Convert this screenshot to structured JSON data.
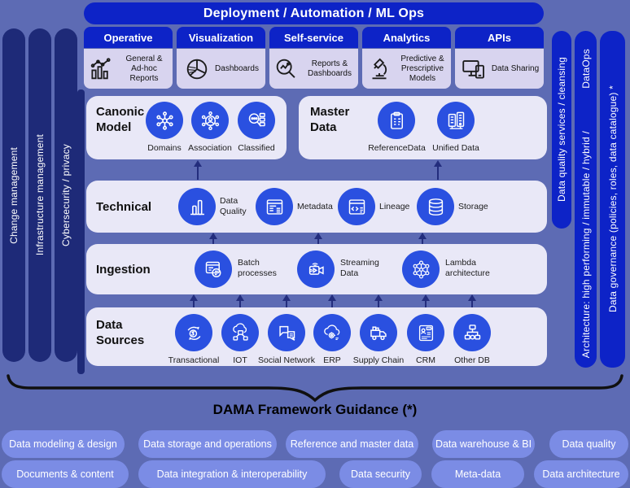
{
  "colors": {
    "background": "#5d6bb4",
    "navy_pill": "#1e2a78",
    "bright_blue": "#0d23c7",
    "circle_blue": "#2a50e0",
    "row_background": "#e9e8f7",
    "column_body": "#d8d4ef",
    "bottom_pill": "#7b8ce5",
    "arrow": "#232d7d"
  },
  "banner": {
    "label": "Deployment / Automation / ML Ops"
  },
  "columns": [
    {
      "header": "Operative",
      "caption": "General & Ad-hoc Reports",
      "icon": "bar-chart-icon"
    },
    {
      "header": "Visualization",
      "caption": "Dashboards",
      "icon": "pie-chart-icon"
    },
    {
      "header": "Self-service",
      "caption": "Reports & Dashboards",
      "icon": "magnifier-chart-icon"
    },
    {
      "header": "Analytics",
      "caption": "Predictive & Prescriptive Models",
      "icon": "microscope-icon"
    },
    {
      "header": "APIs",
      "caption": "Data Sharing",
      "icon": "monitor-phone-icon"
    }
  ],
  "left_pills": [
    "Change management",
    "Infrastructure management",
    "Cybersecurity / privacy"
  ],
  "right_pills": {
    "quality": "Data quality services / cleansing",
    "dataops": "DataOps",
    "architecture": "Architecture: high performing / immutable / hybrid /",
    "governance": "Data governance (policies, roles, data catalogue) *"
  },
  "layers": {
    "canonic": {
      "title": "Canonic Model",
      "items": [
        {
          "label": "Domains",
          "icon": "domains-icon"
        },
        {
          "label": "Association",
          "icon": "association-icon"
        },
        {
          "label": "Classified",
          "icon": "classified-icon"
        }
      ]
    },
    "master": {
      "title": "Master Data",
      "items": [
        {
          "label": "ReferenceData",
          "icon": "reference-data-icon"
        },
        {
          "label": "Unified Data",
          "icon": "unified-data-icon"
        }
      ]
    },
    "technical": {
      "title": "Technical",
      "items": [
        {
          "label": "Data Quality",
          "icon": "data-quality-icon"
        },
        {
          "label": "Metadata",
          "icon": "metadata-icon"
        },
        {
          "label": "Lineage",
          "icon": "lineage-icon"
        },
        {
          "label": "Storage",
          "icon": "storage-icon"
        }
      ]
    },
    "ingestion": {
      "title": "Ingestion",
      "items": [
        {
          "label": "Batch processes",
          "icon": "batch-processes-icon"
        },
        {
          "label": "Streaming Data",
          "icon": "streaming-data-icon"
        },
        {
          "label": "Lambda architecture",
          "icon": "lambda-architecture-icon"
        }
      ]
    },
    "sources": {
      "title": "Data Sources",
      "items": [
        {
          "label": "Transactional",
          "icon": "transactional-icon"
        },
        {
          "label": "IOT",
          "icon": "iot-icon"
        },
        {
          "label": "Social Network",
          "icon": "social-network-icon"
        },
        {
          "label": "ERP",
          "icon": "erp-icon"
        },
        {
          "label": "Supply Chain",
          "icon": "supply-chain-icon"
        },
        {
          "label": "CRM",
          "icon": "crm-icon"
        },
        {
          "label": "Other DB",
          "icon": "other-db-icon"
        }
      ]
    }
  },
  "icons": {
    "crm_glyph": "CRM"
  },
  "dama": {
    "label": "DAMA Framework Guidance (*)",
    "row1": [
      "Data modeling & design",
      "Data storage and operations",
      "Reference and master data",
      "Data warehouse & BI",
      "Data quality"
    ],
    "row2": [
      "Documents & content",
      "Data integration & interoperability",
      "Data security",
      "Meta-data",
      "Data architecture"
    ]
  }
}
